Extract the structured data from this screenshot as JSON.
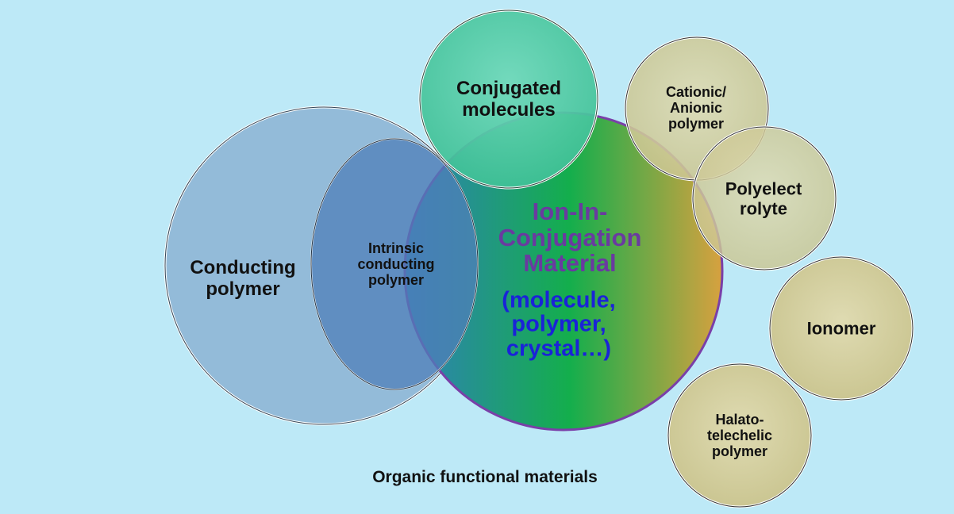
{
  "caption": "Organic functional materials",
  "colors": {
    "background": "#bde9f7",
    "conducting": "#8fb6d6",
    "intrinsic": "#5b86bb",
    "conjugated_molecules": "#55cda8",
    "ion_gradient_start": "#2f80b8",
    "ion_gradient_mid": "#14ae4c",
    "ion_gradient_end": "#d7a13f",
    "tan": "#d9d5a8",
    "ion_title": "#6a3aa0",
    "ion_subtitle": "#1a23d8"
  },
  "nodes": {
    "conducting_polymer": "Conducting\npolymer",
    "intrinsic_conducting_polymer": "Intrinsic\nconducting\npolymer",
    "conjugated_molecules": "Conjugated\nmolecules",
    "ion_in_conjugation": {
      "title": "Ion-In-\nConjugation\nMaterial",
      "subtitle": "(molecule,\npolymer,\ncrystal…)"
    },
    "cationic_anionic_polymer": "Cationic/\nAnionic\npolymer",
    "polyelectrolyte": "Polyelect\nrolyte",
    "ionomer": "Ionomer",
    "halato_telechelic_polymer": "Halato-\ntelechelic\npolymer"
  }
}
